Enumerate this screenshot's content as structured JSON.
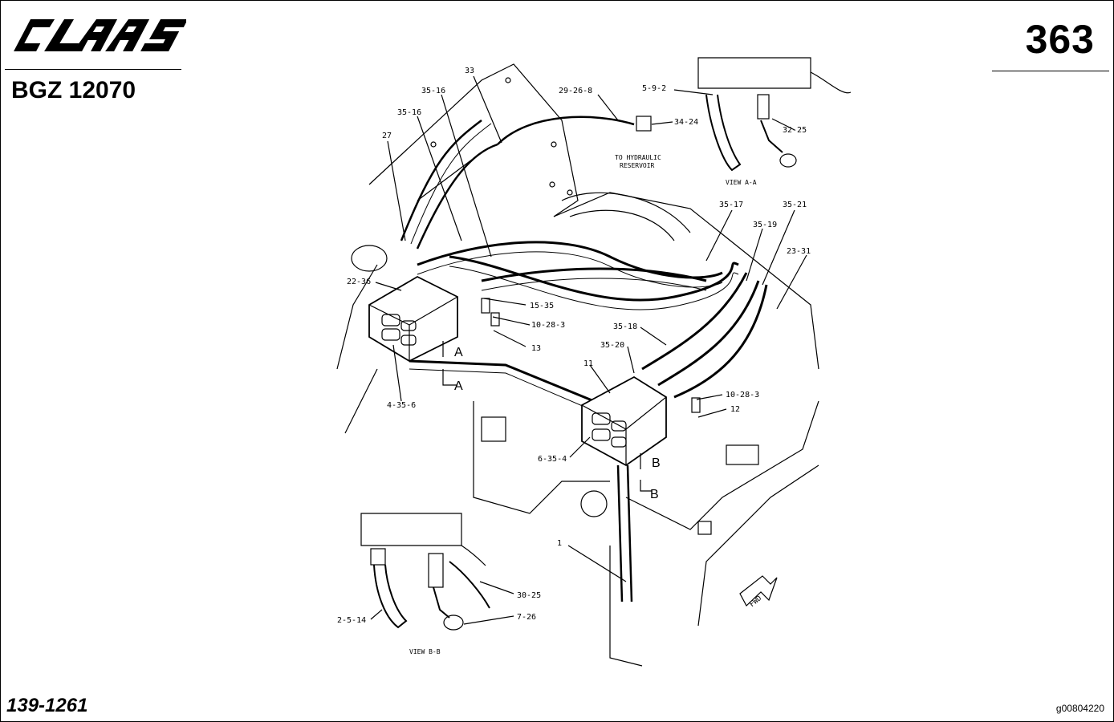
{
  "brand": {
    "logo_text": "CLAAS"
  },
  "header": {
    "page_number": "363",
    "model": "BGZ 12070"
  },
  "footer": {
    "reference": "139-1261",
    "image_code": "g00804220"
  },
  "diagram": {
    "callouts": {
      "c33": "33",
      "c29_26_8": "29-26-8",
      "c35_16a": "35-16",
      "c35_16b": "35-16",
      "c27": "27",
      "c34_24": "34-24",
      "c5_9_2": "5-9-2",
      "c32_25": "32-25",
      "c35_17": "35-17",
      "c35_21": "35-21",
      "c35_19": "35-19",
      "c23_31": "23-31",
      "c22_36": "22-36",
      "c15_35": "15-35",
      "c10_28_3a": "10-28-3",
      "c13": "13",
      "c35_18": "35-18",
      "c35_20": "35-20",
      "c11": "11",
      "c10_28_3b": "10-28-3",
      "c12": "12",
      "c4_35_6": "4-35-6",
      "c6_35_4": "6-35-4",
      "c1": "1",
      "c30_25": "30-25",
      "c7_26": "7-26",
      "c2_5_14": "2-5-14"
    },
    "notes": {
      "to_reservoir_1": "TO HYDRAULIC",
      "to_reservoir_2": "RESERVOIR",
      "view_aa": "VIEW A-A",
      "view_bb": "VIEW B-B",
      "fwd": "FWD"
    },
    "section_marks": {
      "a_top": "A",
      "a_bottom": "A",
      "b_top": "B",
      "b_bottom": "B"
    }
  }
}
